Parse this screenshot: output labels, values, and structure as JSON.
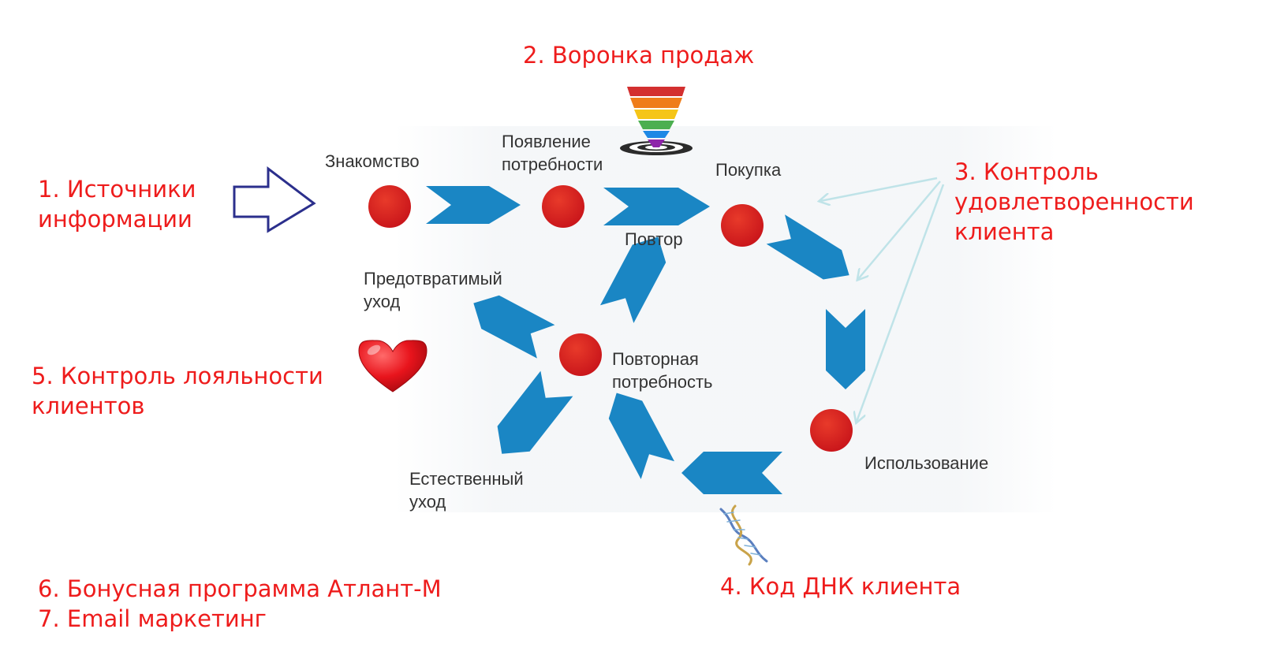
{
  "colors": {
    "accent_red": "#ee1c1c",
    "node_red": "#d71d1d",
    "chevron_blue": "#1a86c4",
    "outline_arrow": "#2b2f8c",
    "light_arrow": "#bfe3e8",
    "stage_text": "#333333"
  },
  "labels": {
    "sources": [
      "1. Источники",
      "информации"
    ],
    "funnel": "2. Воронка продаж",
    "satisfaction": [
      "3. Контроль",
      "удовлетворенности",
      "клиента"
    ],
    "dna": "4. Код ДНК клиента",
    "loyalty": [
      "5. Контроль лояльности",
      "клиентов"
    ],
    "bonus": "6. Бонусная программа Атлант-М",
    "email": "7. Email маркетинг"
  },
  "stages": {
    "acquaintance": "Знакомство",
    "need": [
      "Появление",
      "потребности"
    ],
    "purchase": "Покупка",
    "repeat": "Повтор",
    "preventable": [
      "Предотвратимый",
      "уход"
    ],
    "repeat_need": [
      "Повторная",
      "потребность"
    ],
    "usage": "Использование",
    "natural": [
      "Естественный",
      "уход"
    ]
  },
  "icons": {
    "funnel": "sales-funnel-icon",
    "heart": "heart-icon",
    "dna": "dna-helix-icon",
    "input_arrow": "outline-arrow-icon"
  }
}
